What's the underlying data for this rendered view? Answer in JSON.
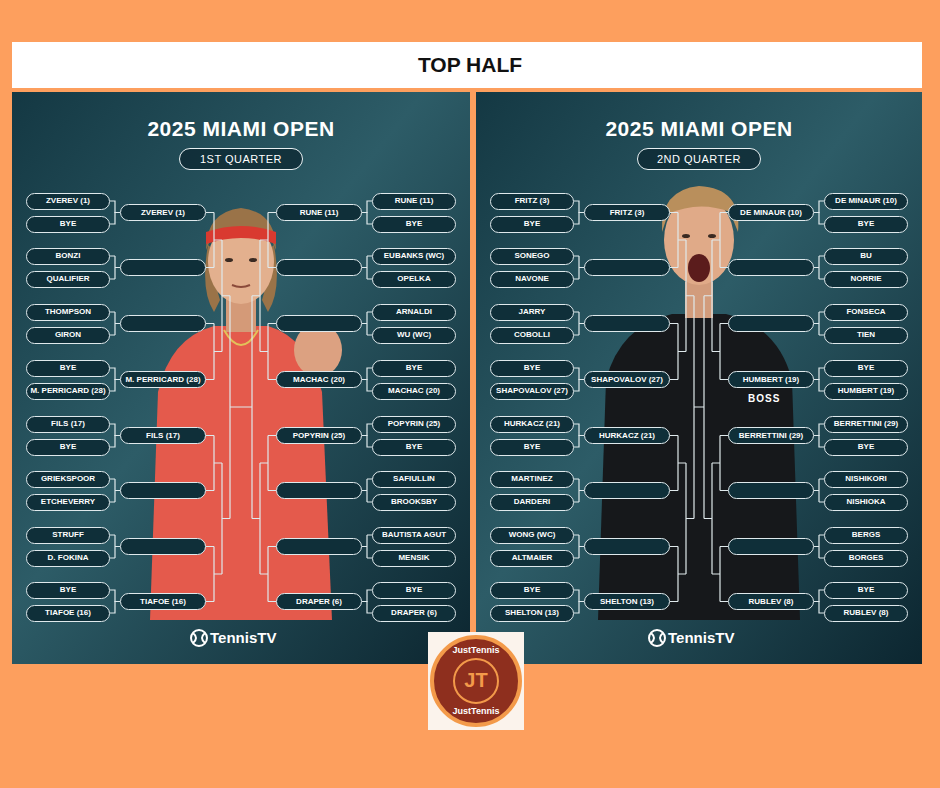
{
  "diagram": {
    "title": "TOP HALF",
    "nodes": [
      {
        "text": [
          "2025 MIAMI OPEN"
        ]
      },
      {
        "text": [
          "1ST QUARTER"
        ],
        "in": 0
      },
      {
        "text": [
          "ZVEREV (1)"
        ],
        "in": 0
      },
      {
        "text": [
          "BYE"
        ],
        "in": 0
      },
      {
        "text": [
          "BONZI"
        ],
        "in": 0
      },
      {
        "text": [
          "QUALIFIER"
        ],
        "in": 0
      },
      {
        "text": [
          "THOMPSON"
        ],
        "in": 0
      },
      {
        "text": [
          "GIRON"
        ],
        "in": 0
      },
      {
        "text": [
          "BYE"
        ],
        "in": 0
      },
      {
        "text": [
          "M. PERRICARD (28)"
        ],
        "in": 0
      },
      {
        "text": [
          "FILS (17)"
        ],
        "in": 0
      },
      {
        "text": [
          "BYE"
        ],
        "in": 0
      },
      {
        "text": [
          "GRIEKSPOOR"
        ],
        "in": 0
      },
      {
        "text": [
          "ETCHEVERRY"
        ],
        "in": 0
      },
      {
        "text": [
          "STRUFF"
        ],
        "in": 0
      },
      {
        "text": [
          "D. FOKINA"
        ],
        "in": 0
      },
      {
        "text": [
          "BYE"
        ],
        "in": 0
      },
      {
        "text": [
          "TIAFOE (16)"
        ],
        "in": 0
      },
      {
        "text": [
          "ZVEREV (1)"
        ],
        "in": 0
      },
      {
        "text": [
          "M. PERRICARD (28)"
        ],
        "in": 0
      },
      {
        "text": [
          "FILS (17)"
        ],
        "in": 0
      },
      {
        "text": [
          "TIAFOE (16)"
        ],
        "in": 0
      },
      {
        "text": [
          "RUNE (11)"
        ],
        "in": 0
      },
      {
        "text": [
          "MACHAC (20)"
        ],
        "in": 0
      },
      {
        "text": [
          "POPYRIN (25)"
        ],
        "in": 0
      },
      {
        "text": [
          "DRAPER (6)"
        ],
        "in": 0
      },
      {
        "text": [
          "RUNE (11)"
        ],
        "in": 0
      },
      {
        "text": [
          "BYE"
        ],
        "in": 0
      },
      {
        "text": [
          "EUBANKS (WC)"
        ],
        "in": 0
      },
      {
        "text": [
          "OPELKA"
        ],
        "in": 0
      },
      {
        "text": [
          "ARNALDI"
        ],
        "in": 0
      },
      {
        "text": [
          "WU (WC)"
        ],
        "in": 0
      },
      {
        "text": [
          "BYE"
        ],
        "in": 0
      },
      {
        "text": [
          "MACHAC (20)"
        ],
        "in": 0
      },
      {
        "text": [
          "POPYRIN (25)"
        ],
        "in": 0
      },
      {
        "text": [
          "BYE"
        ],
        "in": 0
      },
      {
        "text": [
          "SAFIULLIN"
        ],
        "in": 0
      },
      {
        "text": [
          "BROOKSBY"
        ],
        "in": 0
      },
      {
        "text": [
          "BAUTISTA AGUT"
        ],
        "in": 0
      },
      {
        "text": [
          "MENSIK"
        ],
        "in": 0
      },
      {
        "text": [
          "BYE"
        ],
        "in": 0
      },
      {
        "text": [
          "DRAPER (6)"
        ],
        "in": 0
      },
      {
        "text": [
          "2025 MIAMI OPEN"
        ]
      },
      {
        "text": [
          "2ND QUARTER"
        ],
        "in": 42
      },
      {
        "text": [
          "FRITZ (3)"
        ],
        "in": 42
      },
      {
        "text": [
          "BYE"
        ],
        "in": 42
      },
      {
        "text": [
          "SONEGO"
        ],
        "in": 42
      },
      {
        "text": [
          "NAVONE"
        ],
        "in": 42
      },
      {
        "text": [
          "JARRY"
        ],
        "in": 42
      },
      {
        "text": [
          "COBOLLI"
        ],
        "in": 42
      },
      {
        "text": [
          "BYE"
        ],
        "in": 42
      },
      {
        "text": [
          "SHAPOVALOV (27)"
        ],
        "in": 42
      },
      {
        "text": [
          "HURKACZ (21)"
        ],
        "in": 42
      },
      {
        "text": [
          "BYE"
        ],
        "in": 42
      },
      {
        "text": [
          "MARTINEZ"
        ],
        "in": 42
      },
      {
        "text": [
          "DARDERI"
        ],
        "in": 42
      },
      {
        "text": [
          "WONG (WC)"
        ],
        "in": 42
      },
      {
        "text": [
          "ALTMAIER"
        ],
        "in": 42
      },
      {
        "text": [
          "BYE"
        ],
        "in": 42
      },
      {
        "text": [
          "SHELTON (13)"
        ],
        "in": 42
      },
      {
        "text": [
          "FRITZ (3)"
        ],
        "in": 42
      },
      {
        "text": [
          "SHAPOVALOV (27)"
        ],
        "in": 42
      },
      {
        "text": [
          "HURKACZ (21)"
        ],
        "in": 42
      },
      {
        "text": [
          "SHELTON (13)"
        ],
        "in": 42
      },
      {
        "text": [
          "DE MINAUR (10)"
        ],
        "in": 42
      },
      {
        "text": [
          "HUMBERT (19)"
        ],
        "in": 42
      },
      {
        "text": [
          "BERRETTINI (29)"
        ],
        "in": 42
      },
      {
        "text": [
          "RUBLEV (8)"
        ],
        "in": 42
      },
      {
        "text": [
          "DE MINAUR (10)"
        ],
        "in": 42
      },
      {
        "text": [
          "BYE"
        ],
        "in": 42
      },
      {
        "text": [
          "BU"
        ],
        "in": 42
      },
      {
        "text": [
          "NORRIE"
        ],
        "in": 42
      },
      {
        "text": [
          "FONSECA"
        ],
        "in": 42
      },
      {
        "text": [
          "TIEN"
        ],
        "in": 42
      },
      {
        "text": [
          "BYE"
        ],
        "in": 42
      },
      {
        "text": [
          "HUMBERT (19)"
        ],
        "in": 42
      },
      {
        "text": [
          "BERRETTINI (29)"
        ],
        "in": 42
      },
      {
        "text": [
          "BYE"
        ],
        "in": 42
      },
      {
        "text": [
          "NISHIKORI"
        ],
        "in": 42
      },
      {
        "text": [
          "NISHIOKA"
        ],
        "in": 42
      },
      {
        "text": [
          "BERGS"
        ],
        "in": 42
      },
      {
        "text": [
          "BORGES"
        ],
        "in": 42
      },
      {
        "text": [
          "BYE"
        ],
        "in": 42
      },
      {
        "text": [
          "RUBLEV (8)"
        ],
        "in": 42
      },
      {
        "text": [
          "JustTennis",
          "JT",
          "JustTennis"
        ]
      }
    ],
    "edges": [
      {
        "from": 2,
        "to": 18,
        "arrow": "none"
      },
      {
        "from": 3,
        "to": 18,
        "arrow": "none"
      },
      {
        "from": 26,
        "to": 22,
        "arrow": "none"
      },
      {
        "from": 27,
        "to": 22,
        "arrow": "none"
      },
      {
        "from": 8,
        "to": 19,
        "arrow": "none"
      },
      {
        "from": 9,
        "to": 19,
        "arrow": "none"
      },
      {
        "from": 32,
        "to": 23,
        "arrow": "none"
      },
      {
        "from": 33,
        "to": 23,
        "arrow": "none"
      },
      {
        "from": 10,
        "to": 20,
        "arrow": "none"
      },
      {
        "from": 11,
        "to": 20,
        "arrow": "none"
      },
      {
        "from": 34,
        "to": 24,
        "arrow": "none"
      },
      {
        "from": 35,
        "to": 24,
        "arrow": "none"
      },
      {
        "from": 16,
        "to": 21,
        "arrow": "none"
      },
      {
        "from": 17,
        "to": 21,
        "arrow": "none"
      },
      {
        "from": 40,
        "to": 25,
        "arrow": "none"
      },
      {
        "from": 41,
        "to": 25,
        "arrow": "none"
      },
      {
        "from": 44,
        "to": 60,
        "arrow": "none"
      },
      {
        "from": 45,
        "to": 60,
        "arrow": "none"
      },
      {
        "from": 68,
        "to": 64,
        "arrow": "none"
      },
      {
        "from": 69,
        "to": 64,
        "arrow": "none"
      },
      {
        "from": 50,
        "to": 61,
        "arrow": "none"
      },
      {
        "from": 51,
        "to": 61,
        "arrow": "none"
      },
      {
        "from": 74,
        "to": 65,
        "arrow": "none"
      },
      {
        "from": 75,
        "to": 65,
        "arrow": "none"
      },
      {
        "from": 52,
        "to": 62,
        "arrow": "none"
      },
      {
        "from": 53,
        "to": 62,
        "arrow": "none"
      },
      {
        "from": 76,
        "to": 66,
        "arrow": "none"
      },
      {
        "from": 77,
        "to": 66,
        "arrow": "none"
      },
      {
        "from": 58,
        "to": 63,
        "arrow": "none"
      },
      {
        "from": 59,
        "to": 63,
        "arrow": "none"
      },
      {
        "from": 82,
        "to": 67,
        "arrow": "none"
      },
      {
        "from": 83,
        "to": 67,
        "arrow": "none"
      }
    ],
    "labels": [
      "TennisTV",
      "TennisTV",
      "BOSS"
    ]
  }
}
